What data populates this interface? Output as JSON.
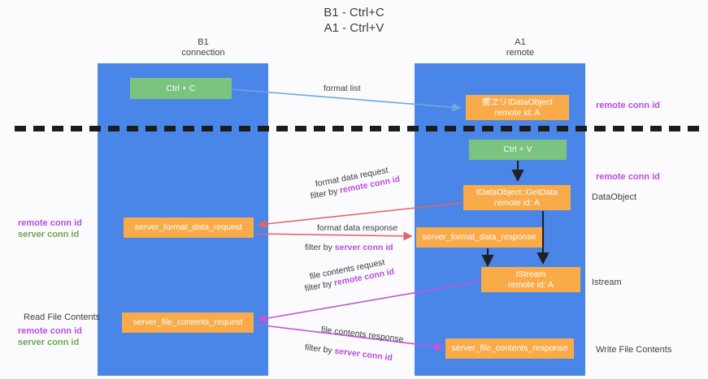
{
  "title": "B1 - Ctrl+C\nA1 - Ctrl+V",
  "columns": {
    "left": "B1\nconnection",
    "right": "A1\nremote"
  },
  "nodes": {
    "ctrl_c": {
      "line1": "Ctrl + C",
      "color": "#7ac47f"
    },
    "data_object": {
      "line1": "嚮ヱリIDataObject",
      "line2": "remote id: A",
      "color": "#f9ab49"
    },
    "ctrl_v": {
      "line1": "Ctrl + V",
      "color": "#7ac47f"
    },
    "get_data": {
      "line1": "IDataObject::GetData",
      "line2": "remote id: A",
      "color": "#f9ab49"
    },
    "server_format_data_request": {
      "line1": "server_format_data_request",
      "color": "#f9ab49"
    },
    "server_format_data_response": {
      "line1": "server_format_data_response",
      "color": "#f9ab49"
    },
    "istream": {
      "line1": "IStream",
      "line2": "remote id: A",
      "color": "#f9ab49"
    },
    "server_file_contents_request": {
      "line1": "server_file_contents_request",
      "color": "#f9ab49"
    },
    "server_file_contents_response": {
      "line1": "server_file_contents_response",
      "color": "#f9ab49"
    }
  },
  "edges": {
    "format_list": {
      "label": "format list",
      "color": "#6fa8dc"
    },
    "format_data_request": {
      "label": "format data request",
      "filter_prefix": "filter by ",
      "filter_key": "remote conn id",
      "color": "#e06666"
    },
    "format_data_response": {
      "label": "format data response",
      "filter_prefix": "filter by ",
      "filter_key": "server conn id",
      "color": "#e06666"
    },
    "file_contents_request": {
      "label": "file contents request",
      "filter_prefix": "filter by ",
      "filter_key": "remote conn id",
      "color": "#c355d4"
    },
    "file_contents_response": {
      "label": "file contents response",
      "filter_prefix": "filter by ",
      "filter_key": "server conn id",
      "color": "#c355d4"
    }
  },
  "annotations": {
    "right_remote_conn_id_top": "remote conn id",
    "right_remote_conn_id_mid": "remote conn id",
    "right_data_object": "DataObject",
    "right_istream": "Istream",
    "right_write_file_contents": "Write File Contents",
    "left_remote_conn_id": "remote conn id",
    "left_server_conn_id": "server conn id",
    "left_read_file_contents": "Read File Contents",
    "left_remote_conn_id_2": "remote conn id",
    "left_server_conn_id_2": "server conn id"
  },
  "colors": {
    "lane": "#4a86e8",
    "green_node": "#7ac47f",
    "orange_node": "#f9ab49",
    "purple_text": "#b84de0",
    "green_text": "#6aa84f",
    "red_arrow": "#e06666",
    "blue_arrow": "#6fa8dc",
    "magenta_arrow": "#c355d4",
    "divider": "#1c1c1c",
    "background": "#fbfbfd"
  }
}
